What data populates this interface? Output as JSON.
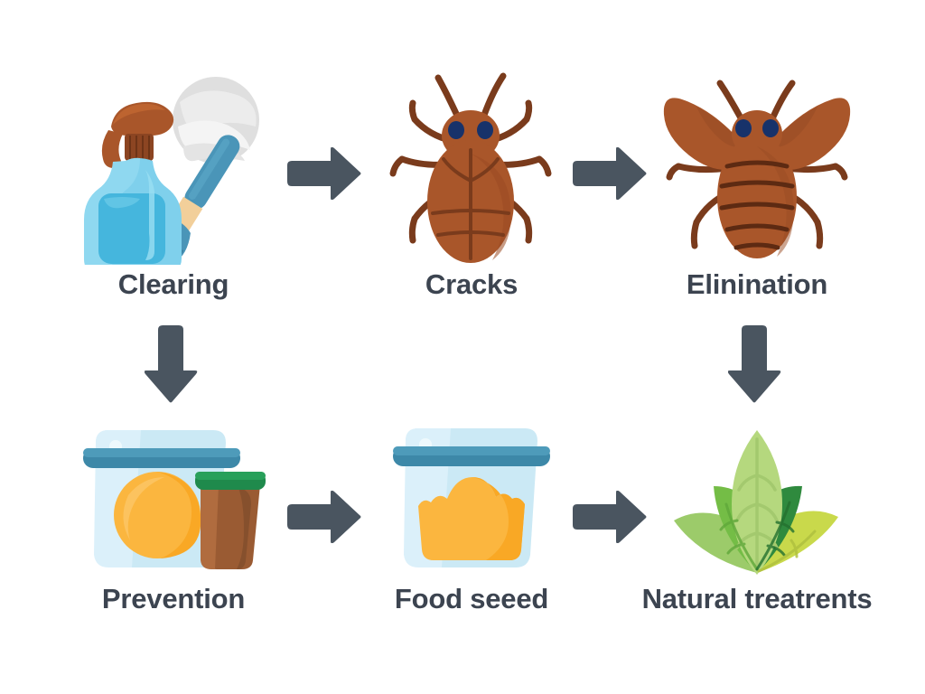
{
  "page": {
    "background_color": "#ffffff",
    "title": "Pest control process flow",
    "label_color": "#3c4450",
    "arrow_color": "#4a5560"
  },
  "flow": {
    "rows": [
      {
        "steps": [
          {
            "id": "clearing",
            "label": "Clearing",
            "icon": "spray-bottle-and-brush-icon"
          },
          {
            "id": "cracks",
            "label": "Cracks",
            "icon": "cockroach-icon"
          },
          {
            "id": "elinination",
            "label": "Elinination",
            "icon": "winged-bedbug-icon"
          }
        ]
      },
      {
        "steps": [
          {
            "id": "prevention",
            "label": "Prevention",
            "icon": "food-container-with-jar-icon"
          },
          {
            "id": "food-seeed",
            "label": "Food seeed",
            "icon": "food-container-icon"
          },
          {
            "id": "natural-treatrents",
            "label": "Natural treatrents",
            "icon": "green-leaves-icon"
          }
        ]
      }
    ],
    "connectors": [
      {
        "id": "clearing-to-cracks",
        "direction": "right"
      },
      {
        "id": "cracks-to-elinination",
        "direction": "right"
      },
      {
        "id": "clearing-to-prevention",
        "direction": "down"
      },
      {
        "id": "elinination-to-natural-treatrents",
        "direction": "down"
      },
      {
        "id": "prevention-to-food-seeed",
        "direction": "right"
      },
      {
        "id": "food-seeed-to-natural-treatrents",
        "direction": "right"
      }
    ]
  },
  "palette": {
    "arrow": "#4a5560",
    "label_text": "#3c4450",
    "bottle_blue_light": "#7fd0ec",
    "bottle_blue_mid": "#5ec4e6",
    "bottle_blue_deep": "#45b6dd",
    "nozzle_brown": "#a9562a",
    "nozzle_brown_dark": "#8c4522",
    "cloth_gray": "#dedede",
    "cloth_gray_light": "#ececec",
    "brush_teal": "#4a95b8",
    "brush_tan": "#f2cf9a",
    "bug_body_brown": "#a9562a",
    "bug_shadow_brown": "#6d3317",
    "bug_eye_navy": "#17326a",
    "container_fill": "#cbe9f5",
    "container_lid": "#3d88a8",
    "container_body_light": "#d9effa",
    "orange_light": "#fbb63f",
    "orange_mid": "#f9a825",
    "jar_brown": "#9a5b33",
    "jar_lid_green": "#1f8a4c",
    "leaf_pale": "#b5d87e",
    "leaf_green": "#74bd46",
    "leaf_dark": "#2f8a3e",
    "leaf_yellow": "#c9d94b"
  }
}
